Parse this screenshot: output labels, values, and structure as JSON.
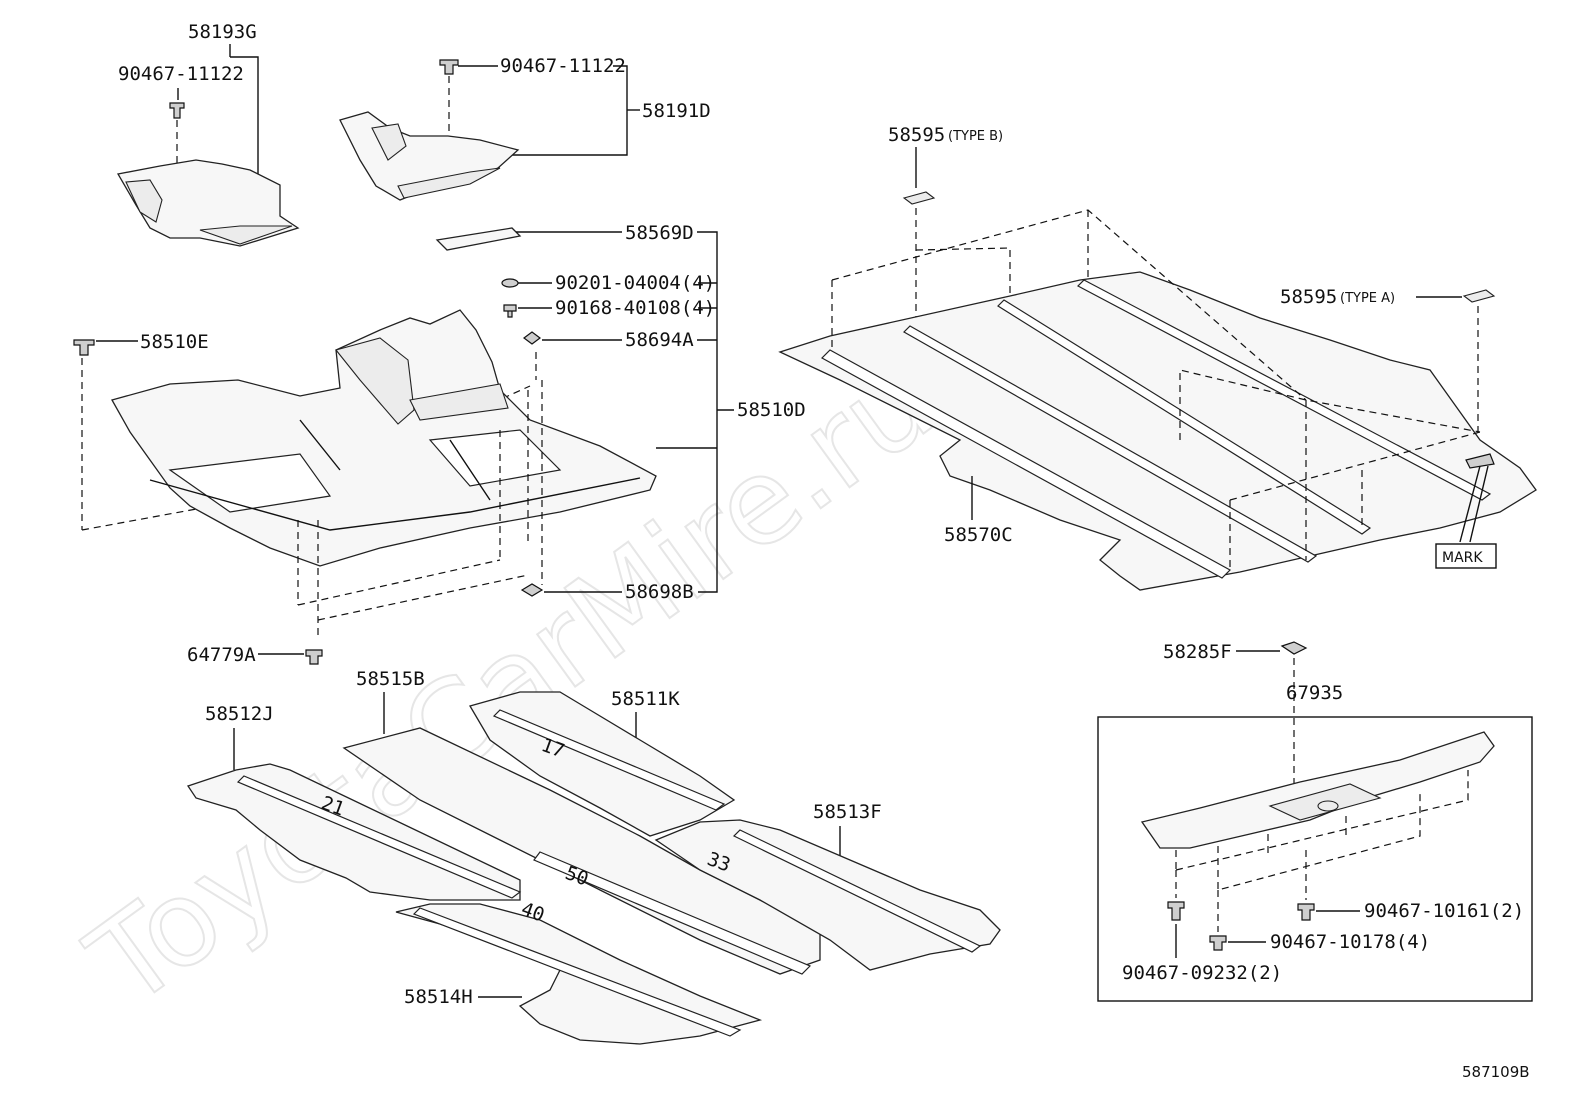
{
  "watermark": "ToyotaCarMire.ru",
  "diagram_ref": "587109B",
  "labels": {
    "p58193G": "58193G",
    "p90467_11122_a": "90467-11122",
    "p90467_11122_b": "90467-11122",
    "p58191D": "58191D",
    "p58595_b": "58595",
    "p58595_b_type": "(TYPE B)",
    "p58595_a": "58595",
    "p58595_a_type": "(TYPE A)",
    "p58569D": "58569D",
    "p90201": "90201-04004(4)",
    "p90168": "90168-40108(4)",
    "p58694A": "58694A",
    "p58510E": "58510E",
    "p58510D": "58510D",
    "p58698B": "58698B",
    "p64779A": "64779A",
    "p58570C": "58570C",
    "mark": "MARK",
    "p58285F": "58285F",
    "p67935": "67935",
    "p58515B": "58515B",
    "p58511K": "58511K",
    "p58512J": "58512J",
    "p58513F": "58513F",
    "p58514H": "58514H",
    "p90467_10161": "90467-10161(2)",
    "p90467_10178": "90467-10178(4)",
    "p90467_09232": "90467-09232(2)"
  },
  "mat_numbers": {
    "m21": "21",
    "m17": "17",
    "m33": "33",
    "m50": "50",
    "m40": "40"
  }
}
